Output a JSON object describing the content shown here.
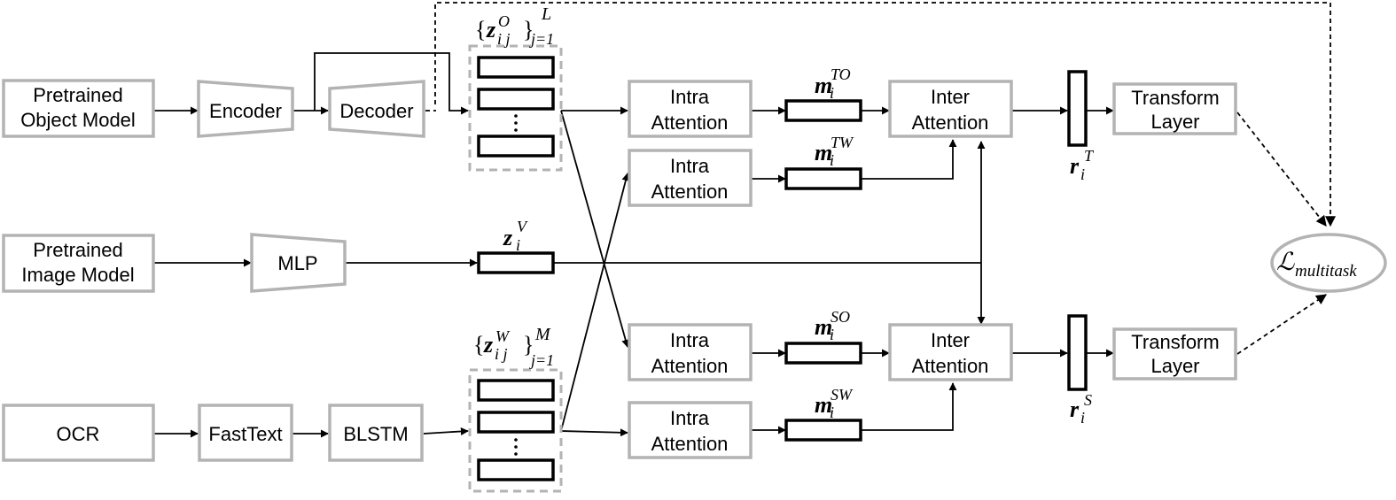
{
  "nodes": {
    "pretrained_object_model": [
      "Pretrained",
      "Object Model"
    ],
    "encoder": "Encoder",
    "decoder": "Decoder",
    "pretrained_image_model": [
      "Pretrained",
      "Image Model"
    ],
    "mlp": "MLP",
    "ocr": "OCR",
    "fasttext": "FastText",
    "blstm": "BLSTM",
    "intra_attention": [
      "Intra",
      "Attention"
    ],
    "inter_attention": [
      "Inter",
      "Attention"
    ],
    "transform_layer": [
      "Transform",
      "Layer"
    ],
    "loss_script": "ℒ",
    "loss_sub": "multitask"
  },
  "symbols": {
    "z": "z",
    "m": "m",
    "r": "r",
    "i": "i",
    "ij": "i j",
    "sup_O": "O",
    "sup_W": "W",
    "sup_V": "V",
    "sup_L": "L",
    "sup_M": "M",
    "sub_j1": "j=1",
    "sup_TO": "TO",
    "sup_TW": "TW",
    "sup_SO": "SO",
    "sup_SW": "SW",
    "sup_T": "T",
    "sup_S": "S",
    "brace_open": "{",
    "brace_close": "}"
  },
  "colors": {
    "box_border": "#b3b3b3",
    "vector_border": "#000000",
    "line": "#000000"
  }
}
